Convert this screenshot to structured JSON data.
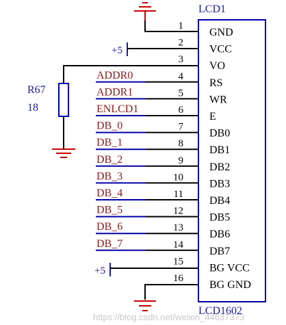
{
  "colors": {
    "wire": "#000000",
    "body": "#0000aa",
    "power": "#cc0000",
    "net_label": "#8b1a1a",
    "net_line": "#0000aa",
    "ref_text": "#1a1aa0",
    "pin_text": "#000000",
    "watermark": "#c8c8c8"
  },
  "component": {
    "ref": "LCD1",
    "value": "LCD1602",
    "pins": [
      {
        "num": "1",
        "name": "GND"
      },
      {
        "num": "2",
        "name": "VCC"
      },
      {
        "num": "3",
        "name": "VO"
      },
      {
        "num": "4",
        "name": "RS"
      },
      {
        "num": "5",
        "name": "WR"
      },
      {
        "num": "6",
        "name": "E"
      },
      {
        "num": "7",
        "name": "DB0"
      },
      {
        "num": "8",
        "name": "DB1"
      },
      {
        "num": "9",
        "name": "DB2"
      },
      {
        "num": "10",
        "name": "DB3"
      },
      {
        "num": "11",
        "name": "DB4"
      },
      {
        "num": "12",
        "name": "DB5"
      },
      {
        "num": "13",
        "name": "DB6"
      },
      {
        "num": "14",
        "name": "DB7"
      },
      {
        "num": "15",
        "name": "BG VCC"
      },
      {
        "num": "16",
        "name": "BG GND"
      }
    ]
  },
  "nets": [
    "ADDR0",
    "ADDR1",
    "ENLCD1",
    "DB_0",
    "DB_1",
    "DB_2",
    "DB_3",
    "DB_4",
    "DB_5",
    "DB_6",
    "DB_7"
  ],
  "power_labels": {
    "vcc_top": "+5",
    "vcc_bottom": "+5"
  },
  "resistor": {
    "ref": "R67",
    "value": "18"
  },
  "watermark": "https://blog.csdn.net/weixin_44637373"
}
